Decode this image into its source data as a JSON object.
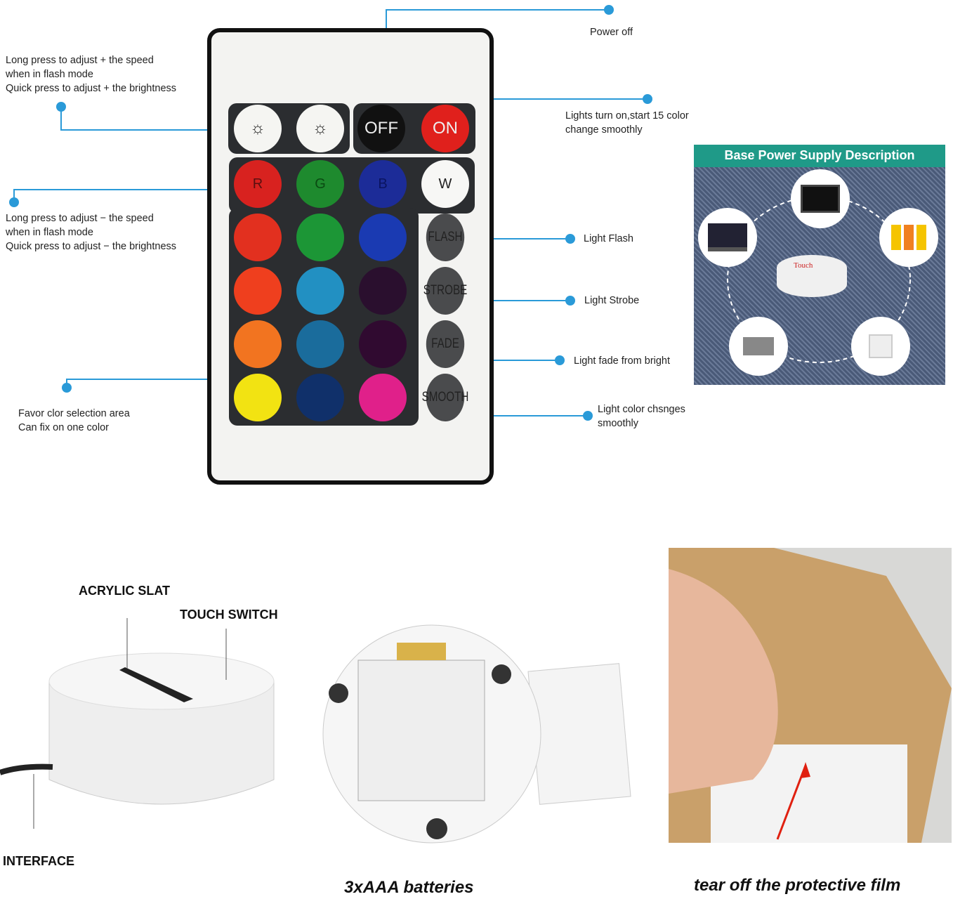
{
  "remote": {
    "buttons": {
      "off": "OFF",
      "on": "ON",
      "r": "R",
      "g": "G",
      "b": "B",
      "w": "W",
      "flash": "FLASH",
      "strobe": "STROBE",
      "fade": "FADE",
      "smooth": "SMOOTH"
    },
    "colors": [
      [
        "#d8221f",
        "#1e8a2e",
        "#1c2c98"
      ],
      [
        "#e2301f",
        "#1c9636",
        "#1a3ab2"
      ],
      [
        "#ef3f1e",
        "#2290c2",
        "#2a0f2e"
      ],
      [
        "#f27420",
        "#1a6c9c",
        "#300a30"
      ],
      [
        "#f2e312",
        "#10306a",
        "#e0208a"
      ]
    ]
  },
  "annotations": {
    "power_off": "Power off",
    "lights_on": [
      "Lights turn on,start 15 color",
      "change smoothly"
    ],
    "brightness_up": [
      "Long press to adjust + the speed",
      "when in flash mode",
      "Quick press to adjust + the brightness"
    ],
    "brightness_down": [
      "Long press to adjust − the speed",
      "when in flash mode",
      "Quick press to adjust − the brightness"
    ],
    "flash": "Light Flash",
    "strobe": "Light Strobe",
    "fade": "Light fade from bright",
    "smooth": [
      "Light color chsnges",
      "smoothly"
    ],
    "favor": [
      "Favor clor selection area",
      "Can fix on one color"
    ]
  },
  "power_panel": {
    "title": "Base Power Supply Description",
    "touch": "Touch"
  },
  "base": {
    "acrylic": "ACRYLIC SLAT",
    "touch": "TOUCH SWITCH",
    "interface": "INTERFACE"
  },
  "captions": {
    "batteries": "3xAAA batteries",
    "film": "tear off the protective film"
  },
  "accent": "#2a9ad8"
}
